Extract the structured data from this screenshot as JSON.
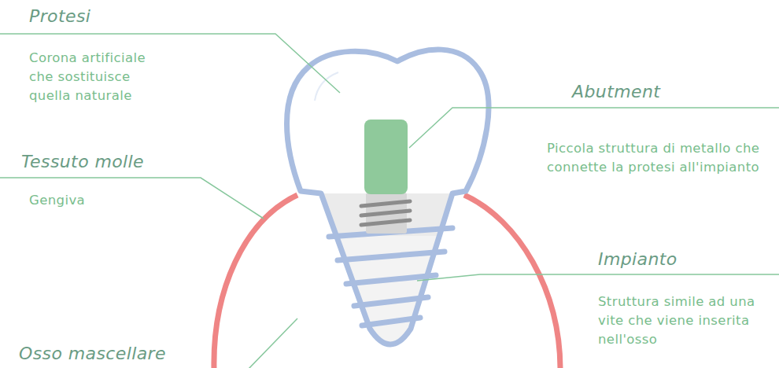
{
  "diagram": {
    "labels": [
      "Protesi",
      "Corona artificiale che sostituisce quella naturale",
      "Abutment",
      "Piccola struttura di metallo che connette la protesi all'impianto",
      "Tessuto molle",
      "Gengiva",
      "Impianto",
      "Struttura simile ad una vite che viene inserita nell'osso",
      "Osso mascellare"
    ]
  }
}
